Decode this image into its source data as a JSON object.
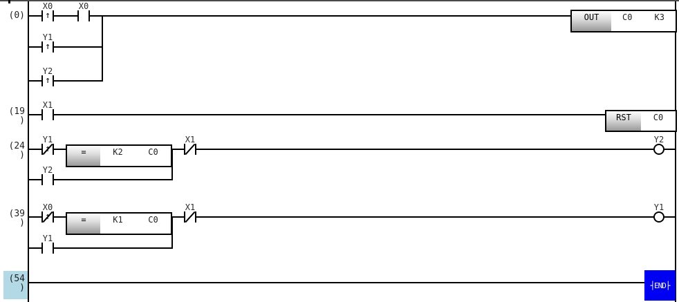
{
  "editor": {
    "rung0": {
      "number": "(0)",
      "contact1_label": "X0",
      "contact2_label": "X0",
      "branch1_label": "Y1",
      "branch2_label": "Y2",
      "block": {
        "op": "OUT",
        "arg1": "C0",
        "arg2": "K3"
      }
    },
    "rung19": {
      "number": "(19\n)",
      "contact1_label": "X1",
      "block": {
        "op": "RST",
        "arg1": "C0"
      }
    },
    "rung24": {
      "number": "(24\n)",
      "contact1_label": "Y1",
      "block": {
        "op": "=",
        "arg1": "K2",
        "arg2": "C0"
      },
      "contact2_label": "X1",
      "branch1_label": "Y2",
      "coil_label": "Y2"
    },
    "rung39": {
      "number": "(39\n)",
      "contact1_label": "X0",
      "block": {
        "op": "=",
        "arg1": "K1",
        "arg2": "C0"
      },
      "contact2_label": "X1",
      "branch1_label": "Y1",
      "coil_label": "Y1"
    },
    "rung54": {
      "number": "(54\n)",
      "end_label": "┤END├"
    }
  },
  "colors": {
    "line": "#000000",
    "end_block_bg": "#0000f2",
    "end_block_text": "#ffffcc",
    "selection_bg": "#b3d9e6",
    "block_gradient_bottom": "#999999"
  }
}
